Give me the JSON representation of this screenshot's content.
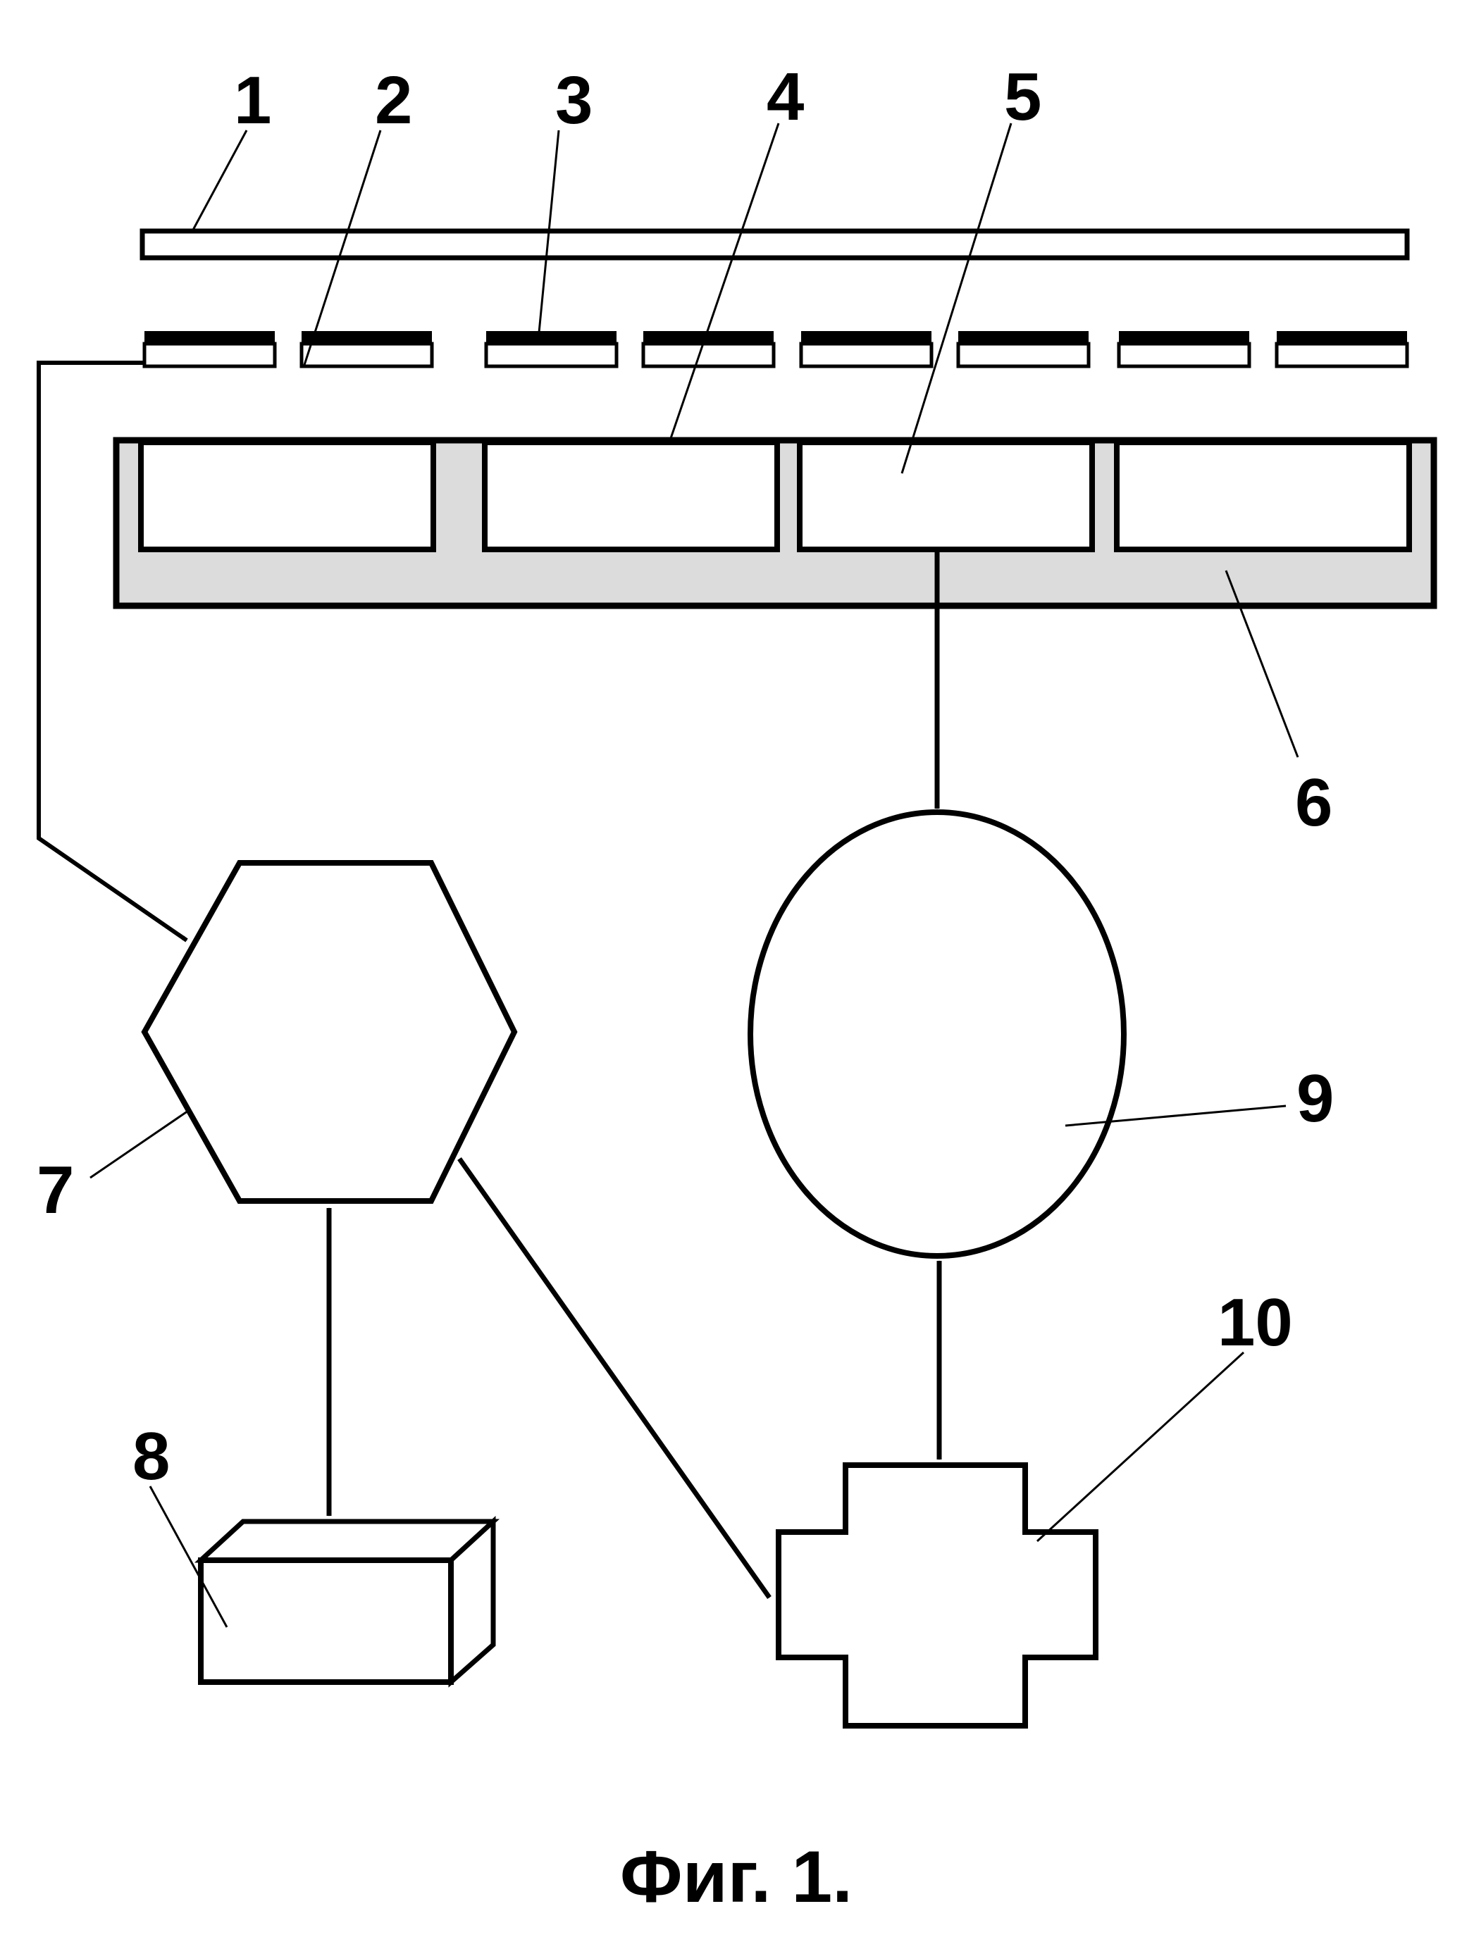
{
  "diagram": {
    "caption": "Фиг. 1.",
    "labels": {
      "l1": "1",
      "l2": "2",
      "l3": "3",
      "l4": "4",
      "l5": "5",
      "l6": "6",
      "l7": "7",
      "l8": "8",
      "l9": "9",
      "l10": "10"
    },
    "colors": {
      "line": "#000000",
      "background": "#ffffff",
      "base_fill": "#dcdcdc"
    }
  }
}
